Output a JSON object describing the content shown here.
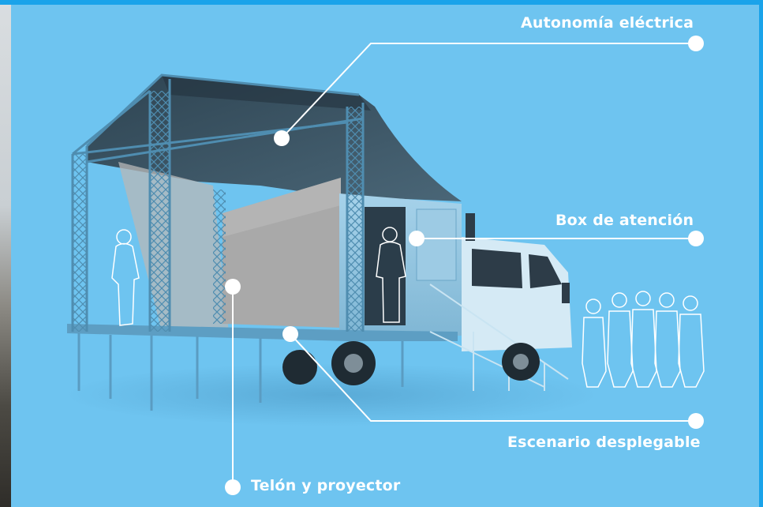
{
  "colors": {
    "background": "#6ec4f0",
    "accent_border": "#1aa3ea",
    "callout": "#ffffff",
    "truss": "#4f8db0",
    "canopy": "#3a4f5e",
    "screen": "#a9a9a9",
    "truck_body": "#8fc3df"
  },
  "callouts": [
    {
      "id": "autonomia",
      "label": "Autonomía eléctrica"
    },
    {
      "id": "box",
      "label": "Box de atención"
    },
    {
      "id": "escenario",
      "label": "Escenario desplegable"
    },
    {
      "id": "telon",
      "label": "Telón y proyector"
    }
  ]
}
